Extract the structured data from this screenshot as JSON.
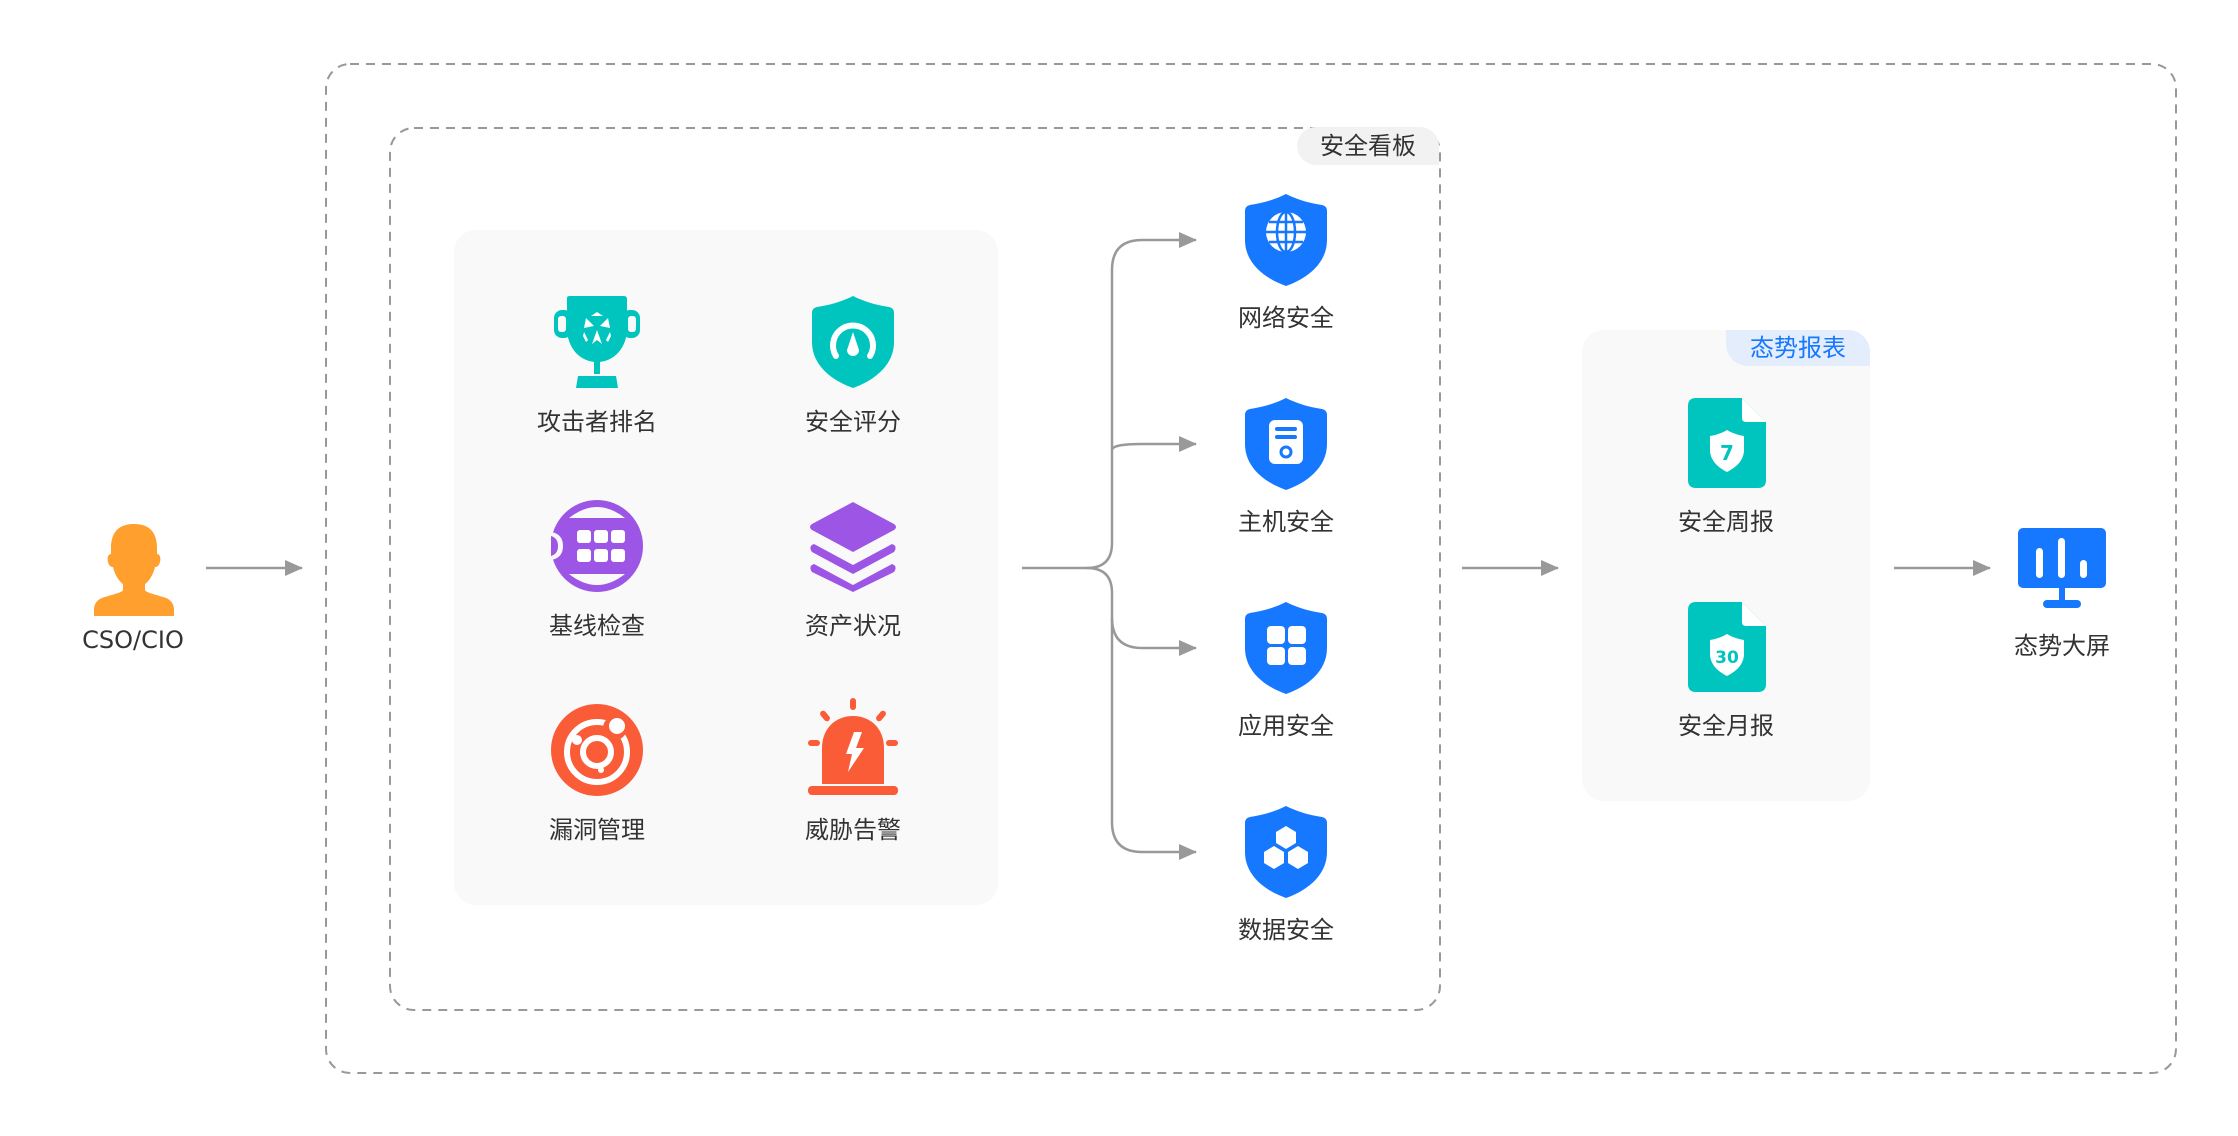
{
  "actor": {
    "label": "CSO/CIO",
    "icon": "user-icon",
    "color": "#FF9F2E"
  },
  "dashboard": {
    "title": "安全看板",
    "features": [
      {
        "label": "攻击者排名",
        "icon": "trophy-icon",
        "color": "#00C4BE"
      },
      {
        "label": "安全评分",
        "icon": "shield-gauge-icon",
        "color": "#00C4BE"
      },
      {
        "label": "基线检查",
        "icon": "baseline-check-icon",
        "color": "#9D55E6"
      },
      {
        "label": "资产状况",
        "icon": "layers-icon",
        "color": "#9D55E6"
      },
      {
        "label": "漏洞管理",
        "icon": "vulnerability-icon",
        "color": "#FA5C38"
      },
      {
        "label": "威胁告警",
        "icon": "alarm-icon",
        "color": "#FA5C38"
      }
    ],
    "security_domains": [
      {
        "label": "网络安全",
        "icon": "shield-globe-icon"
      },
      {
        "label": "主机安全",
        "icon": "shield-host-icon"
      },
      {
        "label": "应用安全",
        "icon": "shield-apps-icon"
      },
      {
        "label": "数据安全",
        "icon": "shield-data-icon"
      }
    ],
    "domain_color": "#1677FF"
  },
  "reports": {
    "title": "态势报表",
    "items": [
      {
        "label": "安全周报",
        "badge": "7",
        "icon": "weekly-report-icon"
      },
      {
        "label": "安全月报",
        "badge": "30",
        "icon": "monthly-report-icon"
      }
    ],
    "color": "#00C4BE",
    "tab_bg": "#E3EDFC",
    "tab_text": "#1677FF"
  },
  "screen": {
    "label": "态势大屏",
    "icon": "monitor-chart-icon",
    "color": "#1677FF"
  },
  "colors": {
    "line": "#999999",
    "dash": "#999999",
    "panel": "#F9F9F9",
    "text": "#333333"
  }
}
